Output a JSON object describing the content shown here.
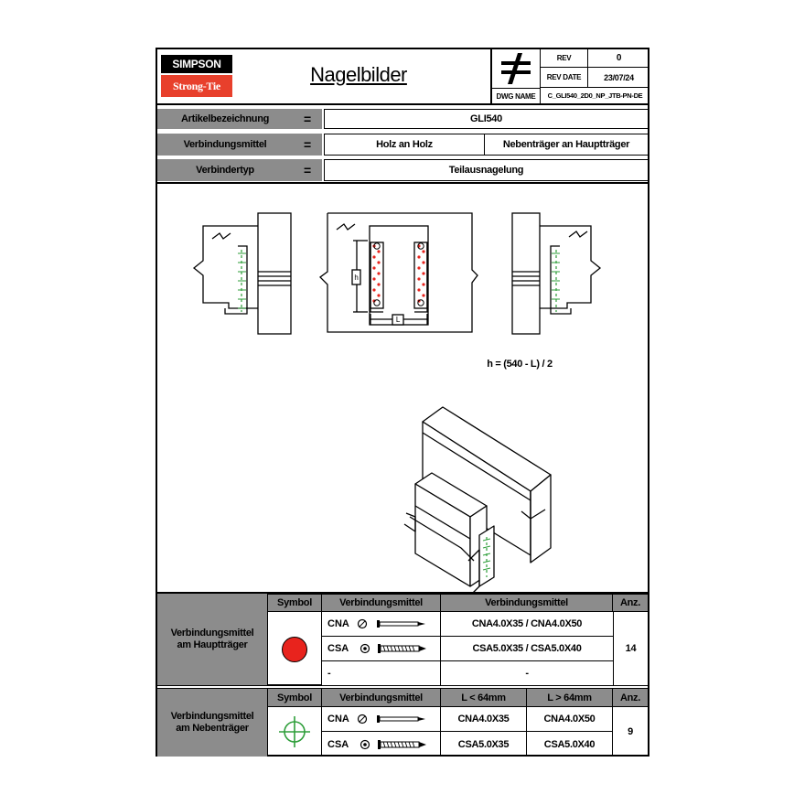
{
  "header": {
    "logo_top": "SIMPSON",
    "logo_bottom": "Strong-Tie",
    "title": "Nagelbilder",
    "rev_label": "REV",
    "rev_value": "0",
    "rev_date_label": "REV DATE",
    "rev_date_value": "23/07/24",
    "dwg_name_label": "DWG NAME",
    "dwg_name_value": "C_GLI540_2D0_NP_JTB-PN-DE",
    "symbol_icon": "not-equal-icon"
  },
  "info": {
    "equals": "=",
    "rows": [
      {
        "label": "Artikelbezeichnung",
        "value": "GLI540"
      },
      {
        "label": "Verbindungsmittel",
        "value_left": "Holz an Holz",
        "value_right": "Nebenträger an Hauptträger"
      },
      {
        "label": "Verbindertyp",
        "value": "Teilausnagelung"
      }
    ]
  },
  "drawing": {
    "formula": "h = (540 - L) / 2",
    "dim_h": "h",
    "dim_l": "L",
    "colors": {
      "red_nail": "#e8231d",
      "green_nail": "#2e9e3a"
    }
  },
  "haupt": {
    "section_label": "Verbindungsmittel am Hauptträger",
    "col_symbol": "Symbol",
    "col_vm1": "Verbindungsmittel",
    "col_vm2": "Verbindungsmittel",
    "col_anz": "Anz.",
    "symbol_color": "#e8231d",
    "rows": [
      {
        "type": "CNA",
        "spec": "CNA4.0X35 / CNA4.0X50",
        "icon": "nail-icon"
      },
      {
        "type": "CSA",
        "spec": "CSA5.0X35 / CSA5.0X40",
        "icon": "screw-icon"
      },
      {
        "type": "-",
        "spec": "-"
      }
    ],
    "count": "14"
  },
  "neben": {
    "section_label": "Verbindungsmittel am Nebenträger",
    "col_symbol": "Symbol",
    "col_vm": "Verbindungsmittel",
    "col_l1": "L < 64mm",
    "col_l2": "L > 64mm",
    "col_anz": "Anz.",
    "symbol_color": "#2e9e3a",
    "rows": [
      {
        "type": "CNA",
        "short": "CNA4.0X35",
        "long": "CNA4.0X50",
        "icon": "nail-icon"
      },
      {
        "type": "CSA",
        "short": "CSA5.0X35",
        "long": "CSA5.0X40",
        "icon": "screw-icon"
      }
    ],
    "count": "9"
  }
}
